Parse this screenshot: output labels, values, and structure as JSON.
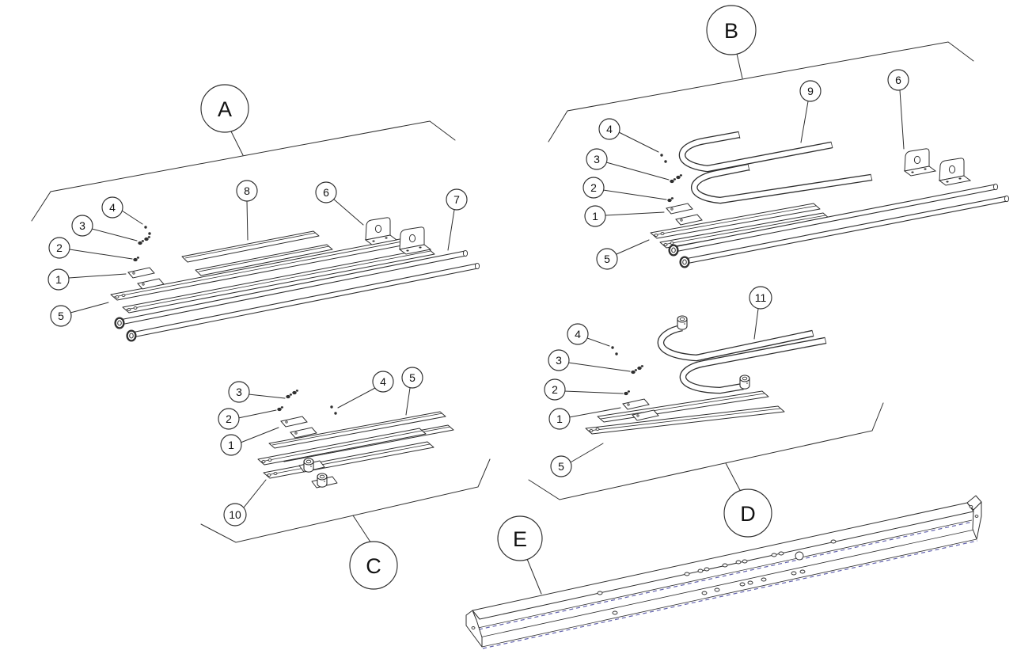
{
  "colors": {
    "highlight": "#ffe92b",
    "line": "#2e2e2e",
    "hidden_line": "#6262ae",
    "background": "#ffffff"
  },
  "sections": {
    "a": {
      "label": "A",
      "callouts": {
        "c1": "1",
        "c2": "2",
        "c3": "3",
        "c4": "4",
        "c5": "5",
        "c6": "6",
        "c7": "7",
        "c8": "8"
      }
    },
    "b": {
      "label": "B",
      "highlighted": true,
      "callouts": {
        "c1": "1",
        "c2": "2",
        "c3": "3",
        "c4": "4",
        "c5": "5",
        "c6": "6",
        "c9": "9"
      }
    },
    "c": {
      "label": "C",
      "callouts": {
        "c1": "1",
        "c2": "2",
        "c3": "3",
        "c4": "4",
        "c5": "5",
        "c10": "10"
      }
    },
    "d": {
      "label": "D",
      "callouts": {
        "c1": "1",
        "c2": "2",
        "c3": "3",
        "c4": "4",
        "c5": "5",
        "c11": "11"
      }
    },
    "e": {
      "label": "E"
    }
  }
}
